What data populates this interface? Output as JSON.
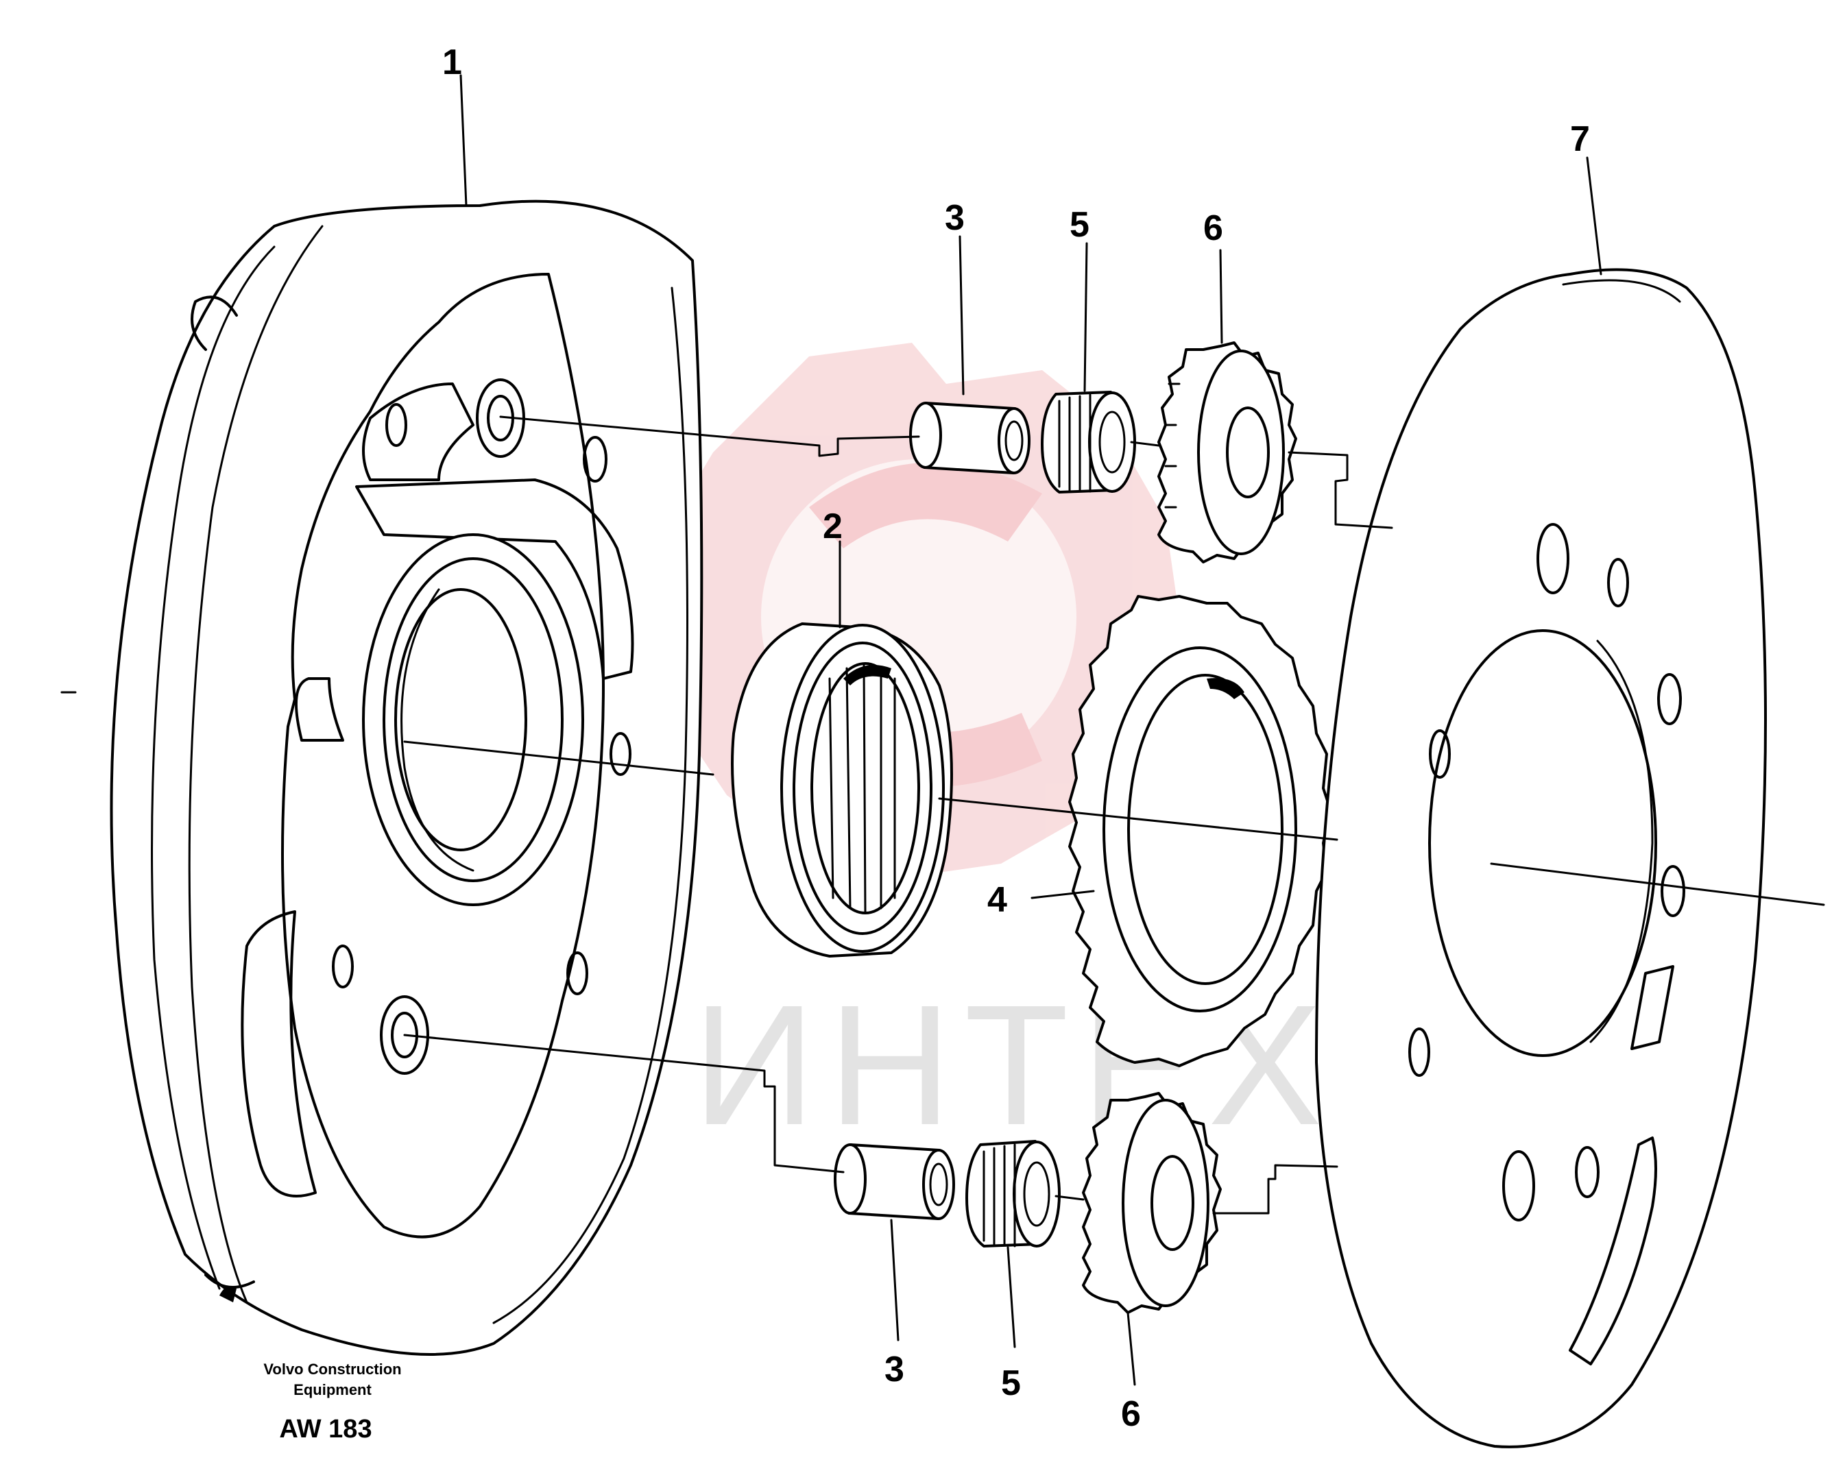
{
  "watermark": {
    "text": "ИНТЕХ",
    "color": "#f2b3b8"
  },
  "footer": {
    "manufacturer_line1": "Volvo Construction",
    "manufacturer_line2": "Equipment",
    "figure_code": "AW 183"
  },
  "callouts": {
    "c1": "1",
    "c2": "2",
    "c3_top": "3",
    "c3_bottom": "3",
    "c4": "4",
    "c5_top": "5",
    "c5_bottom": "5",
    "c6_top": "6",
    "c6_bottom": "6",
    "c7": "7"
  },
  "parts": [
    {
      "callout": "1",
      "icon": "planet-carrier-housing-icon"
    },
    {
      "callout": "2",
      "icon": "needle-roller-bearing-icon"
    },
    {
      "callout": "3",
      "icon": "planet-shaft-pin-icon"
    },
    {
      "callout": "4",
      "icon": "sun-gear-icon"
    },
    {
      "callout": "5",
      "icon": "bearing-icon"
    },
    {
      "callout": "6",
      "icon": "planet-gear-icon"
    },
    {
      "callout": "7",
      "icon": "cover-plate-icon"
    }
  ]
}
